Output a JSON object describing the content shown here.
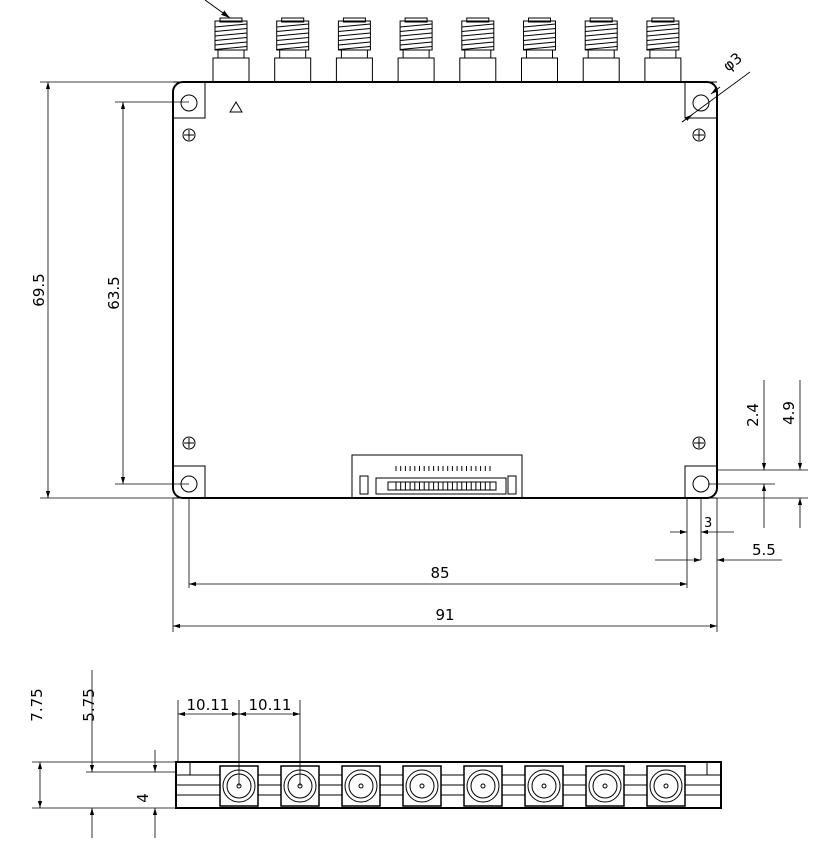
{
  "top_view": {
    "height_overall": "69.5",
    "hole_spacing_vertical": "63.5",
    "hole_diameter": "φ3",
    "hole_offset_y_small": "2.4",
    "hole_offset_y_large": "4.9",
    "hole_offset_x_small": "3",
    "hole_offset_x_large": "5.5",
    "hole_spacing_horizontal": "85",
    "width_overall": "91",
    "connector_count": 8
  },
  "side_view": {
    "height_overall": "7.75",
    "connector_center_height": "5.75",
    "base_thickness": "4",
    "pitch_first": "10.11",
    "pitch_second": "10.11",
    "connector_count": 8
  }
}
